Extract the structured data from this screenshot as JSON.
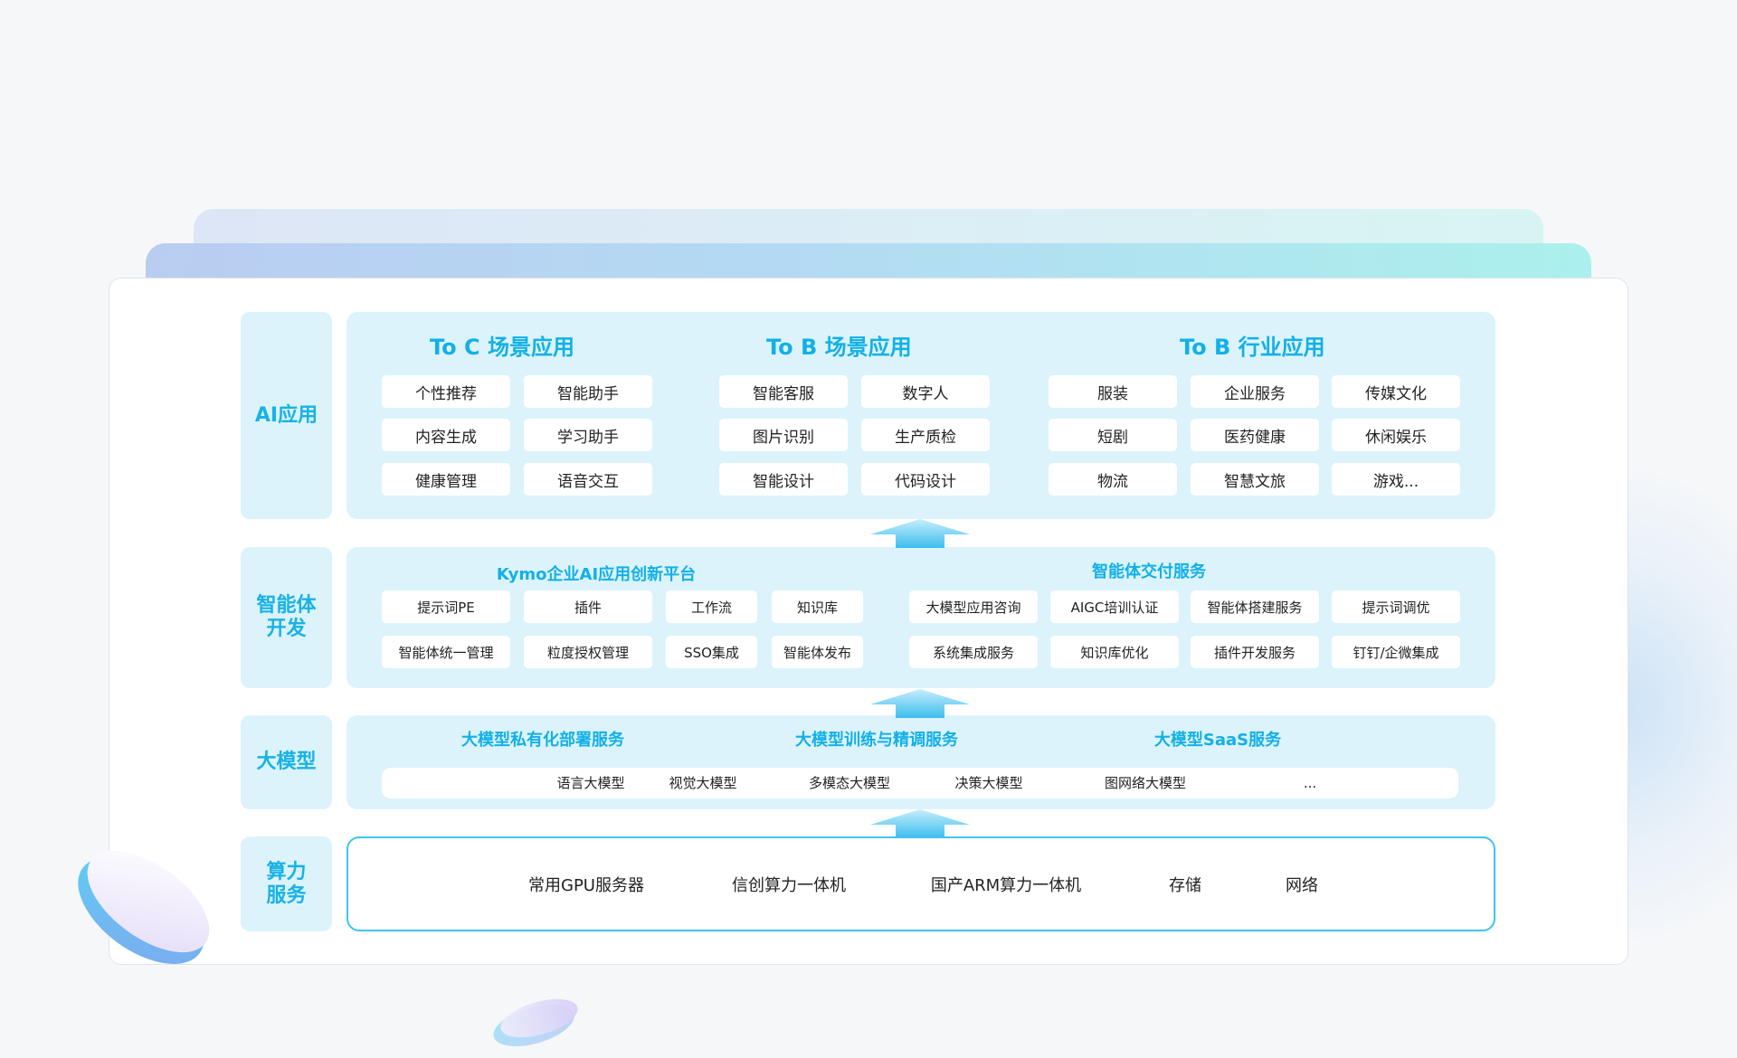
{
  "layers": {
    "ai_app": {
      "label": "AI应用",
      "to_c": {
        "title": "To C 场景应用",
        "items": [
          "个性推荐",
          "智能助手",
          "内容生成",
          "学习助手",
          "健康管理",
          "语音交互"
        ]
      },
      "to_b_scene": {
        "title": "To B 场景应用",
        "items": [
          "智能客服",
          "数字人",
          "图片识别",
          "生产质检",
          "智能设计",
          "代码设计"
        ]
      },
      "to_b_industry": {
        "title": "To B 行业应用",
        "items": [
          "服装",
          "企业服务",
          "传媒文化",
          "短剧",
          "医药健康",
          "休闲娱乐",
          "物流",
          "智慧文旅",
          "游戏..."
        ]
      }
    },
    "agent": {
      "label": "智能体\n开发",
      "platform": {
        "title": "Kymo企业AI应用创新平台",
        "items": [
          "提示词PE",
          "插件",
          "工作流",
          "知识库",
          "智能体统一管理",
          "粒度授权管理",
          "SSO集成",
          "智能体发布"
        ]
      },
      "delivery": {
        "title": "智能体交付服务",
        "items": [
          "大模型应用咨询",
          "AIGC培训认证",
          "智能体搭建服务",
          "提示词调优",
          "系统集成服务",
          "知识库优化",
          "插件开发服务",
          "钉钉/企微集成"
        ]
      }
    },
    "model": {
      "label": "大模型",
      "services": [
        "大模型私有化部署服务",
        "大模型训练与精调服务",
        "大模型SaaS服务"
      ],
      "models": [
        "语言大模型",
        "视觉大模型",
        "多模态大模型",
        "决策大模型",
        "图网络大模型",
        "..."
      ]
    },
    "compute": {
      "label": "算力\n服务",
      "items": [
        "常用GPU服务器",
        "信创算力一体机",
        "国产ARM算力一体机",
        "存储",
        "网络"
      ]
    }
  },
  "colors": {
    "accent": "#12b0e6",
    "panel_bg": "#dcf3fc",
    "border_blue": "#3ec4ee",
    "arrow_top": "#c6eefb",
    "arrow_bottom": "#3dbdef"
  }
}
